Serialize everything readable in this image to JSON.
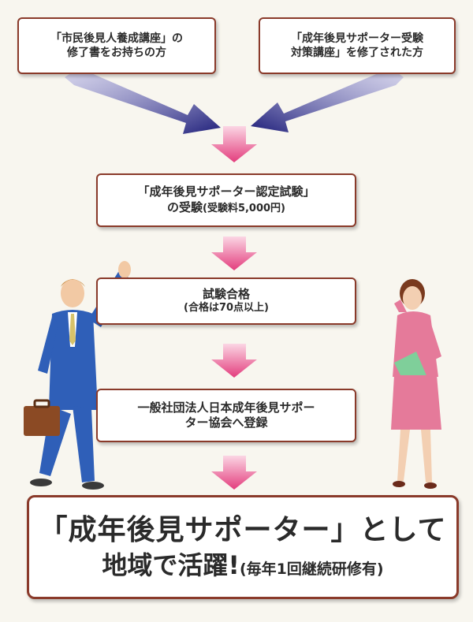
{
  "top_left_box": {
    "line1": "「市民後見人養成講座」の",
    "line2": "修了書をお持ちの方"
  },
  "top_right_box": {
    "line1": "「成年後見サポーター受験",
    "line2": "対策講座」を修了された方"
  },
  "exam_box": {
    "line1": "「成年後見サポーター認定試験」",
    "line2": "の受験",
    "fee_note": "(受験料5,000円)"
  },
  "pass_box": {
    "line1": "試験合格",
    "line2": "(合格は70点以上)"
  },
  "register_box": {
    "line1": "一般社団法人日本成年後見サポー",
    "line2": "ター協会へ登録"
  },
  "final_box": {
    "line1": "「成年後見サポーター」として",
    "line2": "地域で活躍!",
    "note": "(毎年1回継続研修有)"
  },
  "colors": {
    "box_border": "#8a3a2a",
    "flow_arrow": "#e9508a",
    "diagonal_arrow": "#2a2a88",
    "background": "#f8f6ef"
  }
}
